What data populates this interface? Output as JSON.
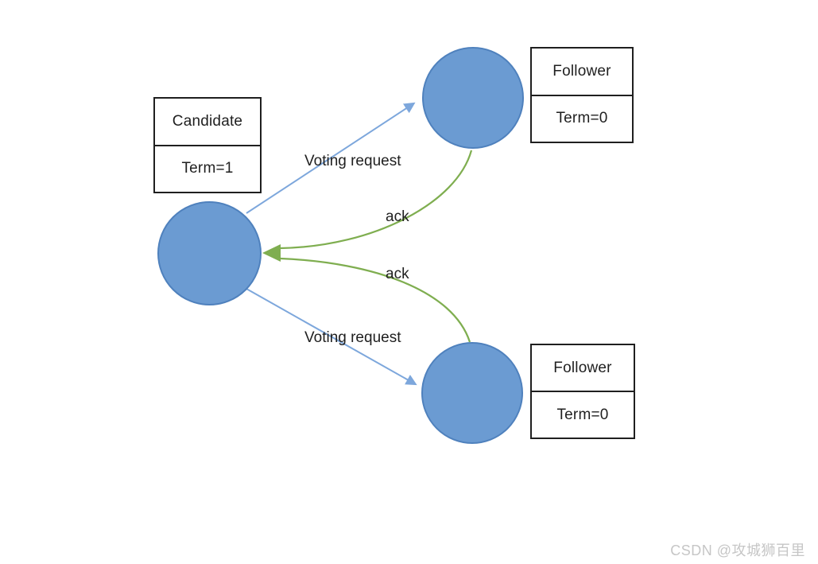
{
  "diagram": {
    "candidate": {
      "role": "Candidate",
      "term": "Term=1"
    },
    "follower_top": {
      "role": "Follower",
      "term": "Term=0"
    },
    "follower_bottom": {
      "role": "Follower",
      "term": "Term=0"
    },
    "edges": {
      "voting_request_top": "Voting request",
      "voting_request_bottom": "Voting request",
      "ack_top": "ack",
      "ack_bottom": "ack"
    },
    "colors": {
      "node_fill": "#6b9bd2",
      "node_border": "#4f81bd",
      "request_arrow": "#7da7dc",
      "ack_arrow": "#7fae50",
      "box_border": "#1f1f1f",
      "text": "#1f1f1f",
      "watermark": "#c6c6c6"
    }
  },
  "watermark": {
    "text": "CSDN @攻城狮百里"
  }
}
